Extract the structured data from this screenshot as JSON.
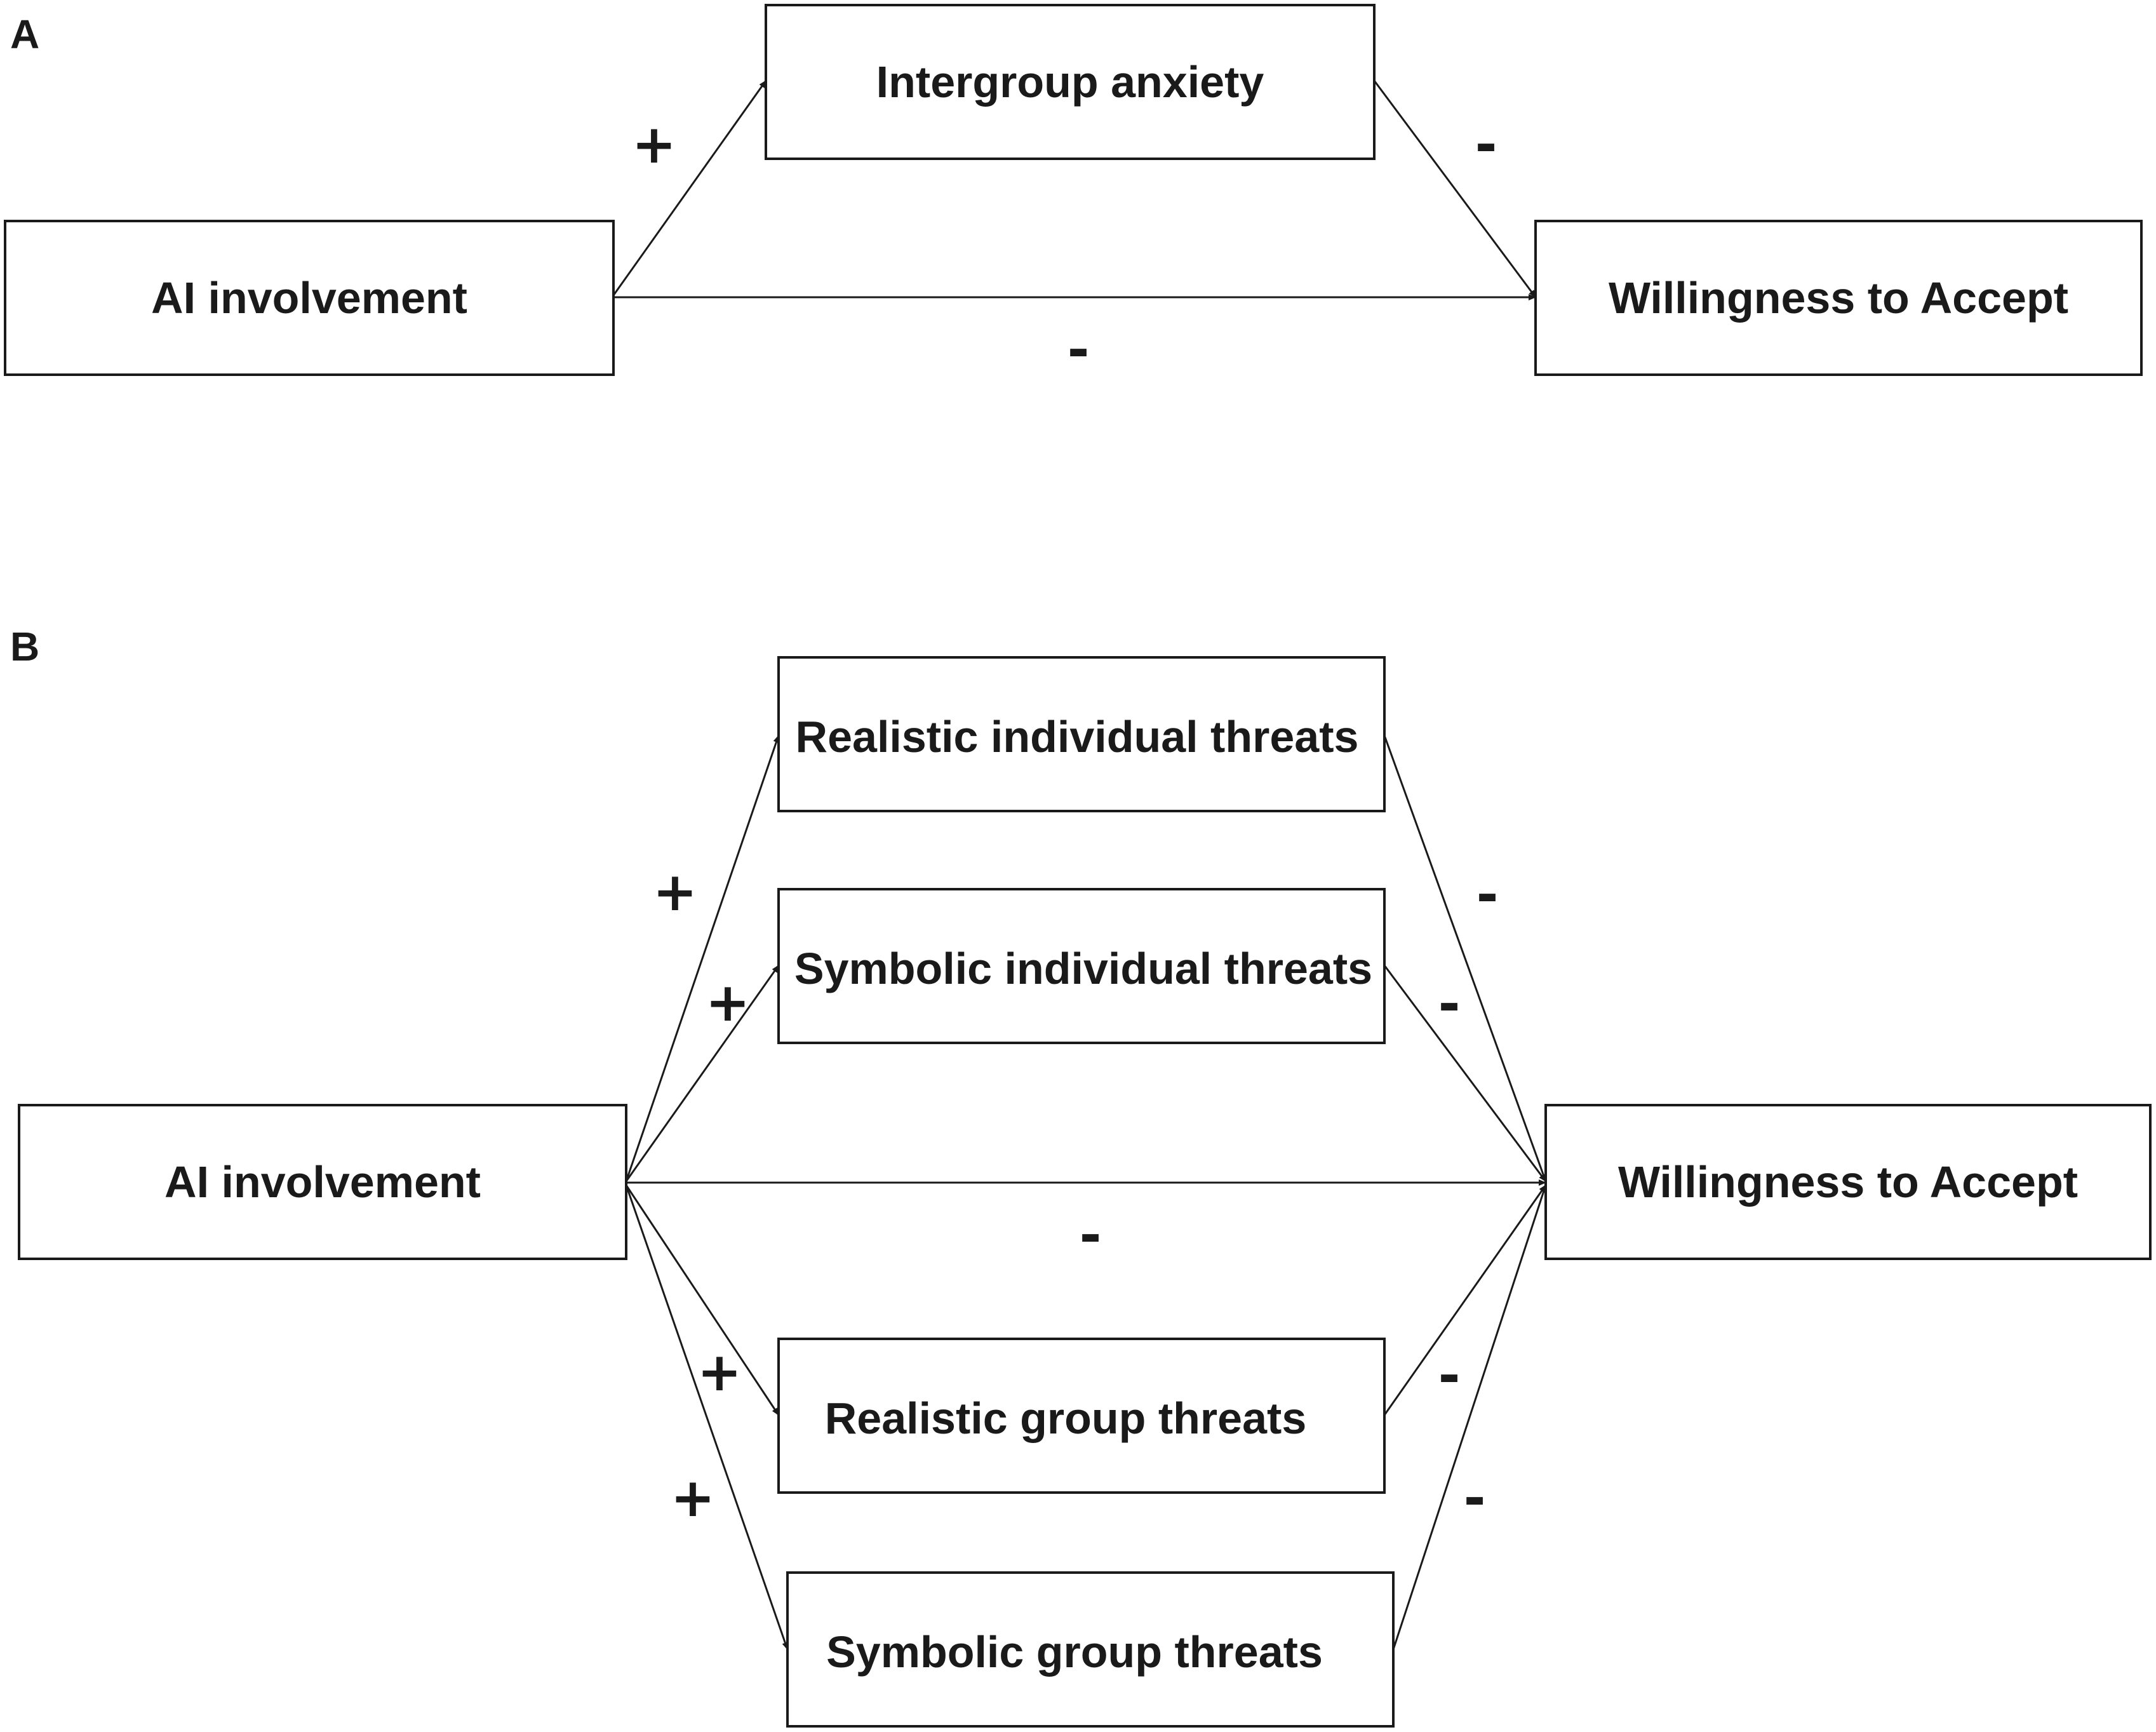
{
  "panels": [
    {
      "label": "A",
      "nodes": {
        "ai": "AI involvement",
        "anx": "Intergroup anxiety",
        "wta": "Willingness to Accept"
      },
      "edges": [
        {
          "from": "ai",
          "to": "anx",
          "sign": "+"
        },
        {
          "from": "anx",
          "to": "wta",
          "sign": "-"
        },
        {
          "from": "ai",
          "to": "wta",
          "sign": "-"
        }
      ]
    },
    {
      "label": "B",
      "nodes": {
        "ai": "AI involvement",
        "rit": "Realistic individual threats",
        "sit": "Symbolic individual threats",
        "rgt": "Realistic group threats",
        "sgt": "Symbolic group threats",
        "wta": "Willingness to Accept"
      },
      "edges": [
        {
          "from": "ai",
          "to": "rit",
          "sign": "+"
        },
        {
          "from": "ai",
          "to": "sit",
          "sign": "+"
        },
        {
          "from": "ai",
          "to": "rgt",
          "sign": "+"
        },
        {
          "from": "ai",
          "to": "sgt",
          "sign": "+"
        },
        {
          "from": "rit",
          "to": "wta",
          "sign": "-"
        },
        {
          "from": "sit",
          "to": "wta",
          "sign": "-"
        },
        {
          "from": "rgt",
          "to": "wta",
          "sign": "-"
        },
        {
          "from": "sgt",
          "to": "wta",
          "sign": "-"
        },
        {
          "from": "ai",
          "to": "wta",
          "sign": "-"
        }
      ]
    }
  ]
}
